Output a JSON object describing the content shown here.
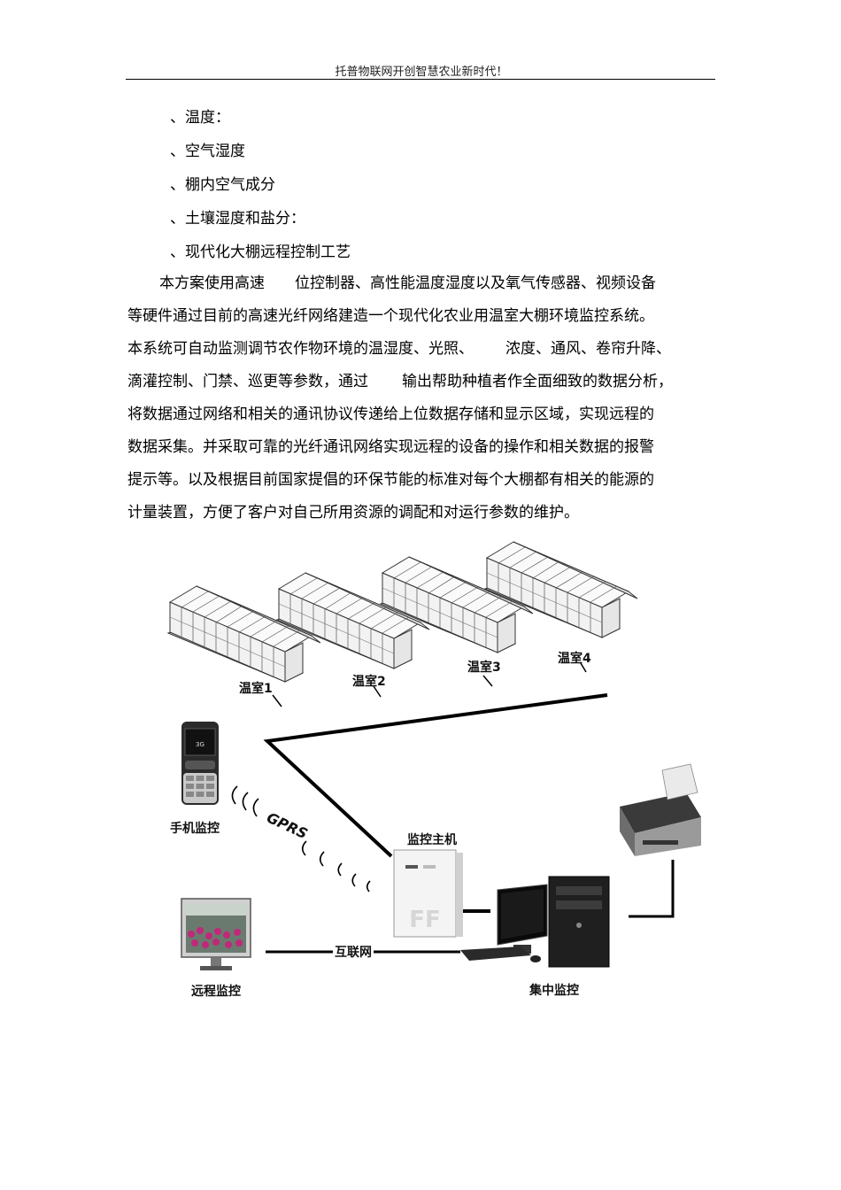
{
  "header": {
    "title": "托普物联网开创智慧农业新时代！"
  },
  "list": [
    "、温度：",
    "、空气湿度",
    "、棚内空气成分",
    "、土壤湿度和盐分：",
    "、现代化大棚远程控制工艺"
  ],
  "paragraph": {
    "l1a": "本方案使用高速",
    "l1b": "位控制器、高性能温度湿度以及氧气传感器、视频设备",
    "l2": "等硬件通过目前的高速光纤网络建造一个现代化农业用温室大棚环境监控系统。",
    "l3a": "本系统可自动监测调节农作物环境的温湿度、光照、",
    "l3b": "浓度、通风、卷帘升降、",
    "l4a": "滴灌控制、门禁、巡更等参数，通过",
    "l4b": "输出帮助种植者作全面细致的数据分析，",
    "l5": "将数据通过网络和相关的通讯协议传递给上位数据存储和显示区域，实现远程的",
    "l6": "数据采集。并采取可靠的光纤通讯网络实现远程的设备的操作和相关数据的报警",
    "l7": "提示等。以及根据目前国家提倡的环保节能的标准对每个大棚都有相关的能源的",
    "l8": "计量装置，方便了客户对自己所用资源的调配和对运行参数的维护。"
  },
  "diagram": {
    "greenhouse1": "温室1",
    "greenhouse2": "温室2",
    "greenhouse3": "温室3",
    "greenhouse4": "温室4",
    "mobile": "手机监控",
    "gprs": "GPRS",
    "host": "监控主机",
    "remote": "远程监控",
    "internet": "互联网",
    "central": "集中监控"
  }
}
